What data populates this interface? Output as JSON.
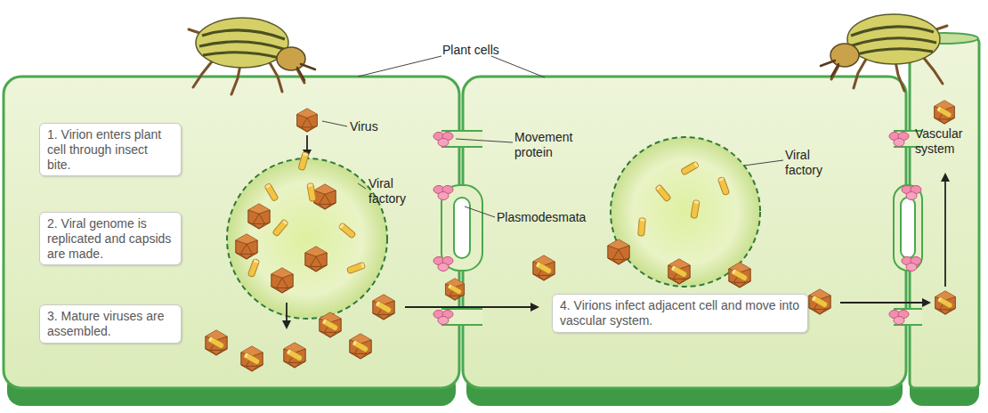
{
  "diagram": {
    "nodes": [
      {
        "text": [
          "1. Virion enters plant cell through insect bite."
        ]
      },
      {
        "text": [
          "2. Viral genome is replicated and capsids are made."
        ]
      },
      {
        "text": [
          "3. Mature viruses are assembled."
        ]
      },
      {
        "text": [
          "4. Virions infect adjacent cell and move into vascular system."
        ]
      },
      {
        "text": [
          "Vascular system"
        ]
      }
    ],
    "labels": [
      "Plant cells",
      "Virus",
      "Viral factory",
      "Movement protein",
      "Plasmodesmata",
      "Viral factory"
    ]
  }
}
